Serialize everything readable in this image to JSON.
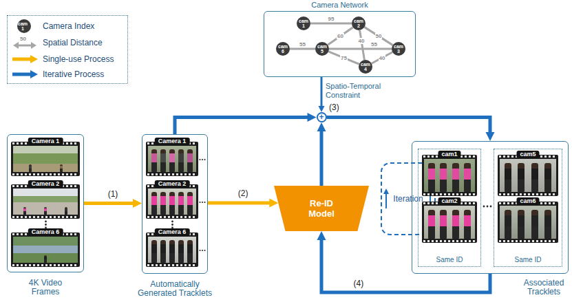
{
  "diagram": {
    "nodes": [
      {
        "text": [
          "Camera Network"
        ]
      },
      {
        "text": [
          "cam 1"
        ],
        "in": 0
      },
      {
        "text": [
          "cam 2"
        ],
        "in": 0
      },
      {
        "text": [
          "cam 3"
        ],
        "in": 0
      },
      {
        "text": [
          "cam 4"
        ],
        "in": 0
      },
      {
        "text": [
          "cam 5"
        ],
        "in": 0
      },
      {
        "text": [
          "cam 6"
        ],
        "in": 0
      },
      {
        "text": [
          "+"
        ]
      },
      {
        "text": [
          "4K Video Frames"
        ]
      },
      {
        "text": [
          "Camera 1"
        ],
        "in": 8
      },
      {
        "text": [
          "Camera 2"
        ],
        "in": 8
      },
      {
        "text": [
          "Camera 6"
        ],
        "in": 8
      },
      {
        "text": [
          "Automatically Generated Tracklets"
        ]
      },
      {
        "text": [
          "Camera 1"
        ],
        "in": 12
      },
      {
        "text": [
          "Camera 2"
        ],
        "in": 12
      },
      {
        "text": [
          "Camera 6"
        ],
        "in": 12
      },
      {
        "text": [
          "Re-ID Model"
        ]
      },
      {
        "text": [
          "Iteration"
        ]
      },
      {
        "text": [
          "Associated Tracklets"
        ]
      },
      {
        "text": [
          "Same ID"
        ],
        "in": 18
      },
      {
        "text": [
          "cam1"
        ],
        "in": 19
      },
      {
        "text": [
          "cam2"
        ],
        "in": 19
      },
      {
        "text": [
          "Same ID"
        ],
        "in": 18
      },
      {
        "text": [
          "cam5"
        ],
        "in": 22
      },
      {
        "text": [
          "cam6"
        ],
        "in": 22
      }
    ],
    "edges": [
      {
        "from": 1,
        "to": 2,
        "label": "95",
        "arrow": "none"
      },
      {
        "from": 2,
        "to": 3,
        "label": "50",
        "arrow": "none"
      },
      {
        "from": 5,
        "to": 2,
        "label": "60",
        "arrow": "none"
      },
      {
        "from": 2,
        "to": 4,
        "label": "40",
        "arrow": "none"
      },
      {
        "from": 5,
        "to": 3,
        "label": "55",
        "arrow": "none"
      },
      {
        "from": 3,
        "to": 4,
        "label": "40",
        "arrow": "none"
      },
      {
        "from": 5,
        "to": 4,
        "label": "75",
        "arrow": "none"
      },
      {
        "from": 6,
        "to": 5,
        "label": "55",
        "arrow": "none"
      },
      {
        "from": 8,
        "to": 12,
        "label": "(1)",
        "arrow": "to"
      },
      {
        "from": 12,
        "to": 16,
        "label": "(2)",
        "arrow": "to"
      },
      {
        "from": 12,
        "to": 7,
        "arrow": "to"
      },
      {
        "from": 0,
        "to": 7,
        "label": "Spatio-Temporal Constraint",
        "arrow": "to"
      },
      {
        "from": 16,
        "to": 7,
        "arrow": "to"
      },
      {
        "from": 7,
        "to": 18,
        "arrow": "to"
      },
      {
        "from": 18,
        "to": 16,
        "label": "(4)",
        "arrow": "to"
      }
    ],
    "labels": [
      "cam 1",
      "50",
      "(3)"
    ],
    "legend": [
      {
        "text": "Camera Index"
      },
      {
        "text": "Spatial Distance"
      },
      {
        "text": "Single-use Process"
      },
      {
        "text": "Iterative Process"
      }
    ]
  }
}
